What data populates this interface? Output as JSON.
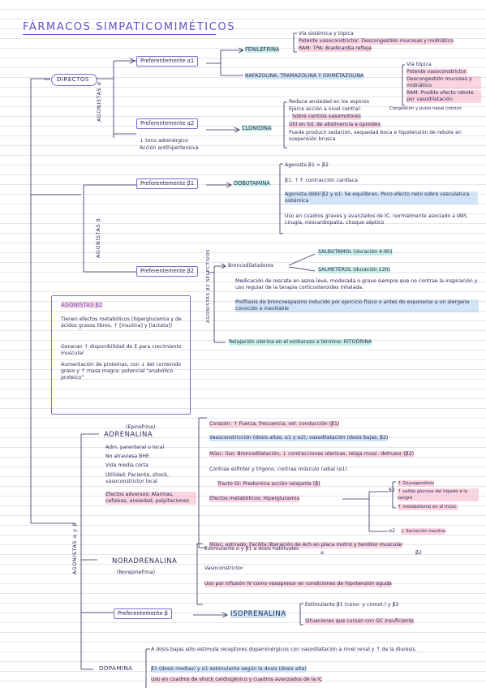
{
  "title": "FÁRMACOS SIMPATICOMIMÉTICOS",
  "directos": "DIRECTOS",
  "alpha_group": {
    "label": "AGONISTAS α",
    "alpha1": {
      "label": "Preferentemente α1",
      "fenilefrina": {
        "name": "FENILEFRINA",
        "notes": [
          "Vía sistémica y tópica",
          "Potente vasoconstrictor: Descongestión mucosas y midriático",
          "RAM: TPA: Bradicardia refleja"
        ]
      },
      "nafazolina": {
        "name": "NAFAZOLINA, TRAMAZOLINA Y OXIMETAZOLINA",
        "notes": [
          "Vía tópica",
          "Potente vasoconstrictor:",
          "Descongestión mucosas y midriático",
          "RAM: Posible efecto rebote por vasodilatación",
          "Congestión y pulso nasal crónico"
        ]
      }
    },
    "alpha2": {
      "label": "Preferentemente α2",
      "effects": [
        "↓ tono adrenérgico",
        "Acción antihipertensiva"
      ],
      "clonidina": {
        "name": "CLONIDINA",
        "notes": [
          "Reduce ansiedad en los espinos",
          "Ejerce acción a nivel central:",
          "Sobre centros vasomotores",
          "Útil en Sd. de abstinencia a opioides",
          "Puede producir sedación, sequedad boca e hipotensión de rebote en suspensión brusca"
        ]
      }
    }
  },
  "beta_group": {
    "label": "AGONISTAS β",
    "beta1": {
      "label": "Preferentemente β1",
      "dobutamina": {
        "name": "DOBUTAMINA",
        "notes": [
          "Agonista β1 > β2",
          "β1: ↑ F. contracción cardíaca",
          "Agonista débil β2 y α1: Se equilibran. Poco efecto neto sobre vasculatura sistémica",
          "Uso en cuadros graves y avanzados de IC, normalmente asociado a IAM, cirugía, miocardiopatía, choque séptico"
        ]
      }
    },
    "beta2": {
      "label": "Preferentemente β2",
      "vertical": "AGONISTAS β2 SELECTIVOS",
      "broncodilatadores": "Broncodilatadores",
      "salbutamol": "SALBUTAMOL (duración 4-6h)",
      "salmeterol": "SALMETEROL (duración 12h)",
      "notes": [
        "Medicación de rescate en asma leve, moderada o grave siempre que no contrae la inspiración y uso regular de la terapia corticosteroides inhalada.",
        "Profilaxis de broncoespasmo inducido por ejercicio físico o antes de exponerse a un alergeno conocido e inevitable"
      ],
      "relajacion": "Relajación uterina en el embarazo a término: RITODRINA"
    }
  },
  "sidebox": {
    "title": "AGONISTAS β2",
    "items": [
      "Tienen efectos metabólicos (hiperglucemia y de ácidos grasos libres, ↑ [insulina] y [lactato])",
      "Generan ↑ disponibilidad de E para crecimiento muscular",
      "Aumentación de proteínas, con ↓ del contenido graso y ↑ masa magra: potencial \"anabólico proteico\""
    ]
  },
  "alpha_beta_group": {
    "label": "AGONISTAS α y β",
    "adrenalina": {
      "alias": "(Epinefrina)",
      "name": "ADRENALINA",
      "props": [
        "Adm. parenteral o local",
        "No atraviesa BHE",
        "Vida media corta",
        "Utilidad: Paciente, shock, vasoconstrictor local",
        "Efectos adversos: Alarmas, cefaleas, ansiedad, palpitaciones"
      ],
      "corazon": "Corazón: ↑ Fuerza, frecuencia, vel. conducción (β1)",
      "vaso": "Vasoconstricción (dosis altas, α1 y α2), vasodilatación (dosis bajas, β2)",
      "musc_liso": "Músc. liso: Broncodilatación, ↓ contracciones uterinas, relaja musc. detrusor (β2)",
      "contrae": "Contrae esfínter y trígono, contrae músculo radial (α1)",
      "tracto": "Tracto GI: Predomina acción relajante (β)",
      "metabolicos": "Efectos metabólicos: Hiperglucemia",
      "b2_label": "β2",
      "b2_notes": [
        "↑ Glucogenólisis",
        "↑ salida glucosa del hígado a la sangre",
        "↑ metabolismo en el músc."
      ],
      "a2_label": "α2",
      "a2_note": "↓ Secreción insulina",
      "musc_estriado": "Músc. estriado: Facilita liberación de Ach en placa motriz y temblor muscular",
      "musc_estriado_a": "α",
      "musc_estriado_b": "β2"
    },
    "noradrenalina": {
      "name": "NORADRENALINA",
      "alias": "(Norepinefrina)",
      "notes": [
        "Estimulante α y β1 a dosis habituales",
        "Vasoconstrictor",
        "Uso por infusión IV como vasopresor en condiciones de hipotensión aguda"
      ]
    },
    "beta_pref": {
      "label": "Preferentemente β",
      "name": "ISOPRENALINA",
      "notes": [
        "Estimulante β1 (cono- y cronot.) y β2",
        "Situaciones que cursan con GC insuficiente"
      ]
    },
    "dopamina": {
      "name": "DOPAMINA",
      "notes": [
        "A dosis bajas sólo estimula receptores dopaminérgicos con vasodilatación a nivel renal y ↑ de la diuresis.",
        "β1 (dosis medias) y α1 estimulante según la dosis (dosis alta)",
        "Uso en cuadros de shock cardiogénico y cuadros avanzados de la IC"
      ]
    }
  },
  "colors": {
    "accent": "#6b4fc6",
    "ink": "#2b2b5a",
    "highlight_red": "#f6b2c4",
    "highlight_blue": "#b4d4f0",
    "highlight_green": "#aae6d7"
  }
}
